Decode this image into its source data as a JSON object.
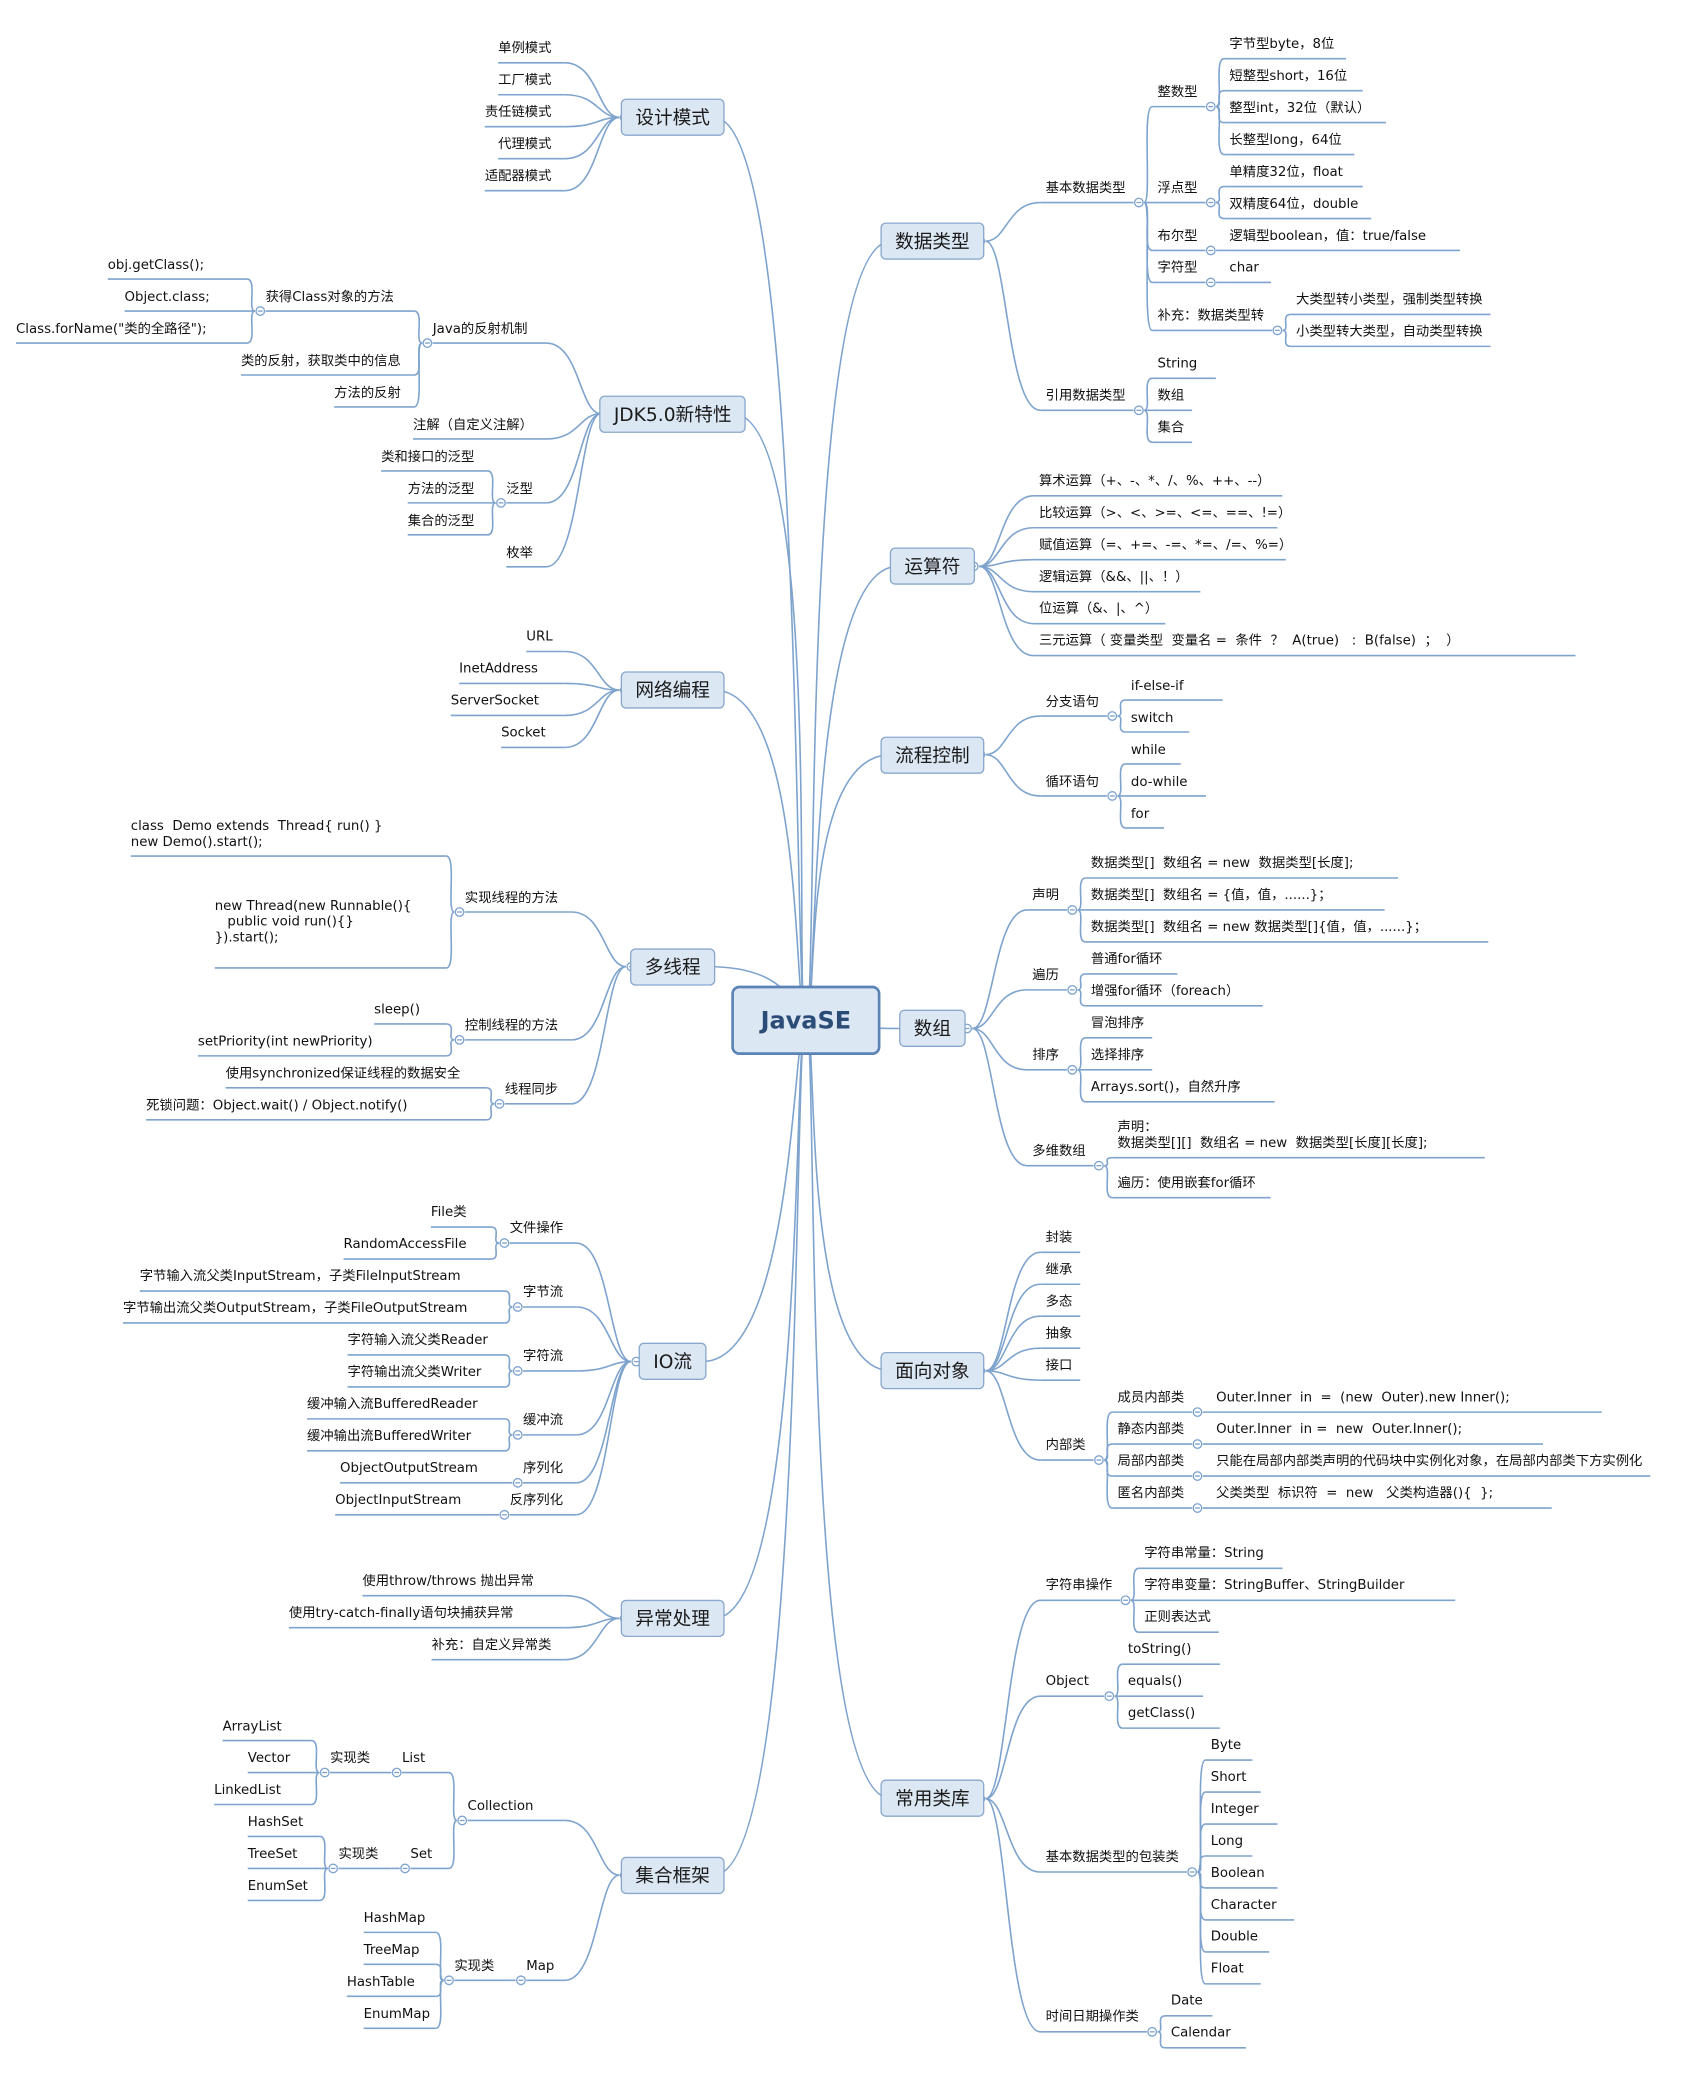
{
  "title": "JavaSE",
  "colors": {
    "line": "#7ea3cd",
    "node_fill": "#dce7f4",
    "node_border": "#8aa8cc",
    "root_border": "#5b83b5"
  },
  "right": [
    {
      "label": "数据类型",
      "children": [
        {
          "label": "基本数据类型",
          "children": [
            {
              "label": "整数型",
              "children": [
                {
                  "label": "字节型byte，8位"
                },
                {
                  "label": "短整型short，16位"
                },
                {
                  "label": "整型int，32位（默认）"
                },
                {
                  "label": "长整型long，64位"
                }
              ]
            },
            {
              "label": "浮点型",
              "children": [
                {
                  "label": "单精度32位，float"
                },
                {
                  "label": "双精度64位，double"
                }
              ]
            },
            {
              "label": "布尔型",
              "children": [
                {
                  "label": "逻辑型boolean，值：true/false"
                }
              ]
            },
            {
              "label": "字符型",
              "children": [
                {
                  "label": "char"
                }
              ]
            },
            {
              "label": "补充：数据类型转",
              "children": [
                {
                  "label": "大类型转小类型，强制类型转换"
                },
                {
                  "label": "小类型转大类型，自动类型转换"
                }
              ]
            }
          ]
        },
        {
          "label": "引用数据类型",
          "children": [
            {
              "label": "String"
            },
            {
              "label": "数组"
            },
            {
              "label": "集合"
            }
          ]
        }
      ]
    },
    {
      "label": "运算符",
      "children": [
        {
          "label": "算术运算（+、-、*、/、%、++、--）"
        },
        {
          "label": "比较运算（>、<、>=、<=、==、!=）"
        },
        {
          "label": "赋值运算（=、+=、-=、*=、/=、%=）"
        },
        {
          "label": "逻辑运算（&&、||、！）"
        },
        {
          "label": "位运算（&、|、^）"
        },
        {
          "label": "三元运算（ 变量类型  变量名 =  条件  ？  A(true)   :  B(false)  ；  ）"
        }
      ]
    },
    {
      "label": "流程控制",
      "children": [
        {
          "label": "分支语句",
          "children": [
            {
              "label": "if-else-if"
            },
            {
              "label": "switch"
            }
          ]
        },
        {
          "label": "循环语句",
          "children": [
            {
              "label": "while"
            },
            {
              "label": "do-while"
            },
            {
              "label": "for"
            }
          ]
        }
      ]
    },
    {
      "label": "数组",
      "children": [
        {
          "label": "声明",
          "children": [
            {
              "label": "数据类型[]  数组名 = new  数据类型[长度];"
            },
            {
              "label": "数据类型[]  数组名 = {值，值，......}；"
            },
            {
              "label": "数据类型[]  数组名 = new 数据类型[]{值，值，......}；"
            }
          ]
        },
        {
          "label": "遍历",
          "children": [
            {
              "label": "普通for循环"
            },
            {
              "label": "增强for循环（foreach）"
            }
          ]
        },
        {
          "label": "排序",
          "children": [
            {
              "label": "冒泡排序"
            },
            {
              "label": "选择排序"
            },
            {
              "label": "Arrays.sort()，自然升序"
            }
          ]
        },
        {
          "label": "多维数组",
          "children": [
            {
              "label": "声明：\n数据类型[][]  数组名 = new  数据类型[长度][长度];"
            },
            {
              "label": "遍历：使用嵌套for循环"
            }
          ]
        }
      ]
    },
    {
      "label": "面向对象",
      "children": [
        {
          "label": "封装"
        },
        {
          "label": "继承"
        },
        {
          "label": "多态"
        },
        {
          "label": "抽象"
        },
        {
          "label": "接口"
        },
        {
          "label": "内部类",
          "children": [
            {
              "label": "成员内部类",
              "children": [
                {
                  "label": "Outer.Inner  in  =  (new  Outer).new Inner();"
                }
              ]
            },
            {
              "label": "静态内部类",
              "children": [
                {
                  "label": "Outer.Inner  in =  new  Outer.Inner();"
                }
              ]
            },
            {
              "label": "局部内部类",
              "children": [
                {
                  "label": "只能在局部内部类声明的代码块中实例化对象，在局部内部类下方实例化"
                }
              ]
            },
            {
              "label": "匿名内部类",
              "children": [
                {
                  "label": "父类类型  标识符  =  new   父类构造器(){  };"
                }
              ]
            }
          ]
        }
      ]
    },
    {
      "label": "常用类库",
      "children": [
        {
          "label": "字符串操作",
          "children": [
            {
              "label": "字符串常量：String"
            },
            {
              "label": "字符串变量：StringBuffer、StringBuilder"
            },
            {
              "label": "正则表达式"
            }
          ]
        },
        {
          "label": "Object",
          "children": [
            {
              "label": "toString()"
            },
            {
              "label": "equals()"
            },
            {
              "label": "getClass()"
            }
          ]
        },
        {
          "label": "基本数据类型的包装类",
          "children": [
            {
              "label": "Byte"
            },
            {
              "label": "Short"
            },
            {
              "label": "Integer"
            },
            {
              "label": "Long"
            },
            {
              "label": "Boolean"
            },
            {
              "label": "Character"
            },
            {
              "label": "Double"
            },
            {
              "label": "Float"
            }
          ]
        },
        {
          "label": "时间日期操作类",
          "children": [
            {
              "label": "Date"
            },
            {
              "label": "Calendar"
            }
          ]
        }
      ]
    }
  ],
  "left": [
    {
      "label": "设计模式",
      "children": [
        {
          "label": "单例模式"
        },
        {
          "label": "工厂模式"
        },
        {
          "label": "责任链模式"
        },
        {
          "label": "代理模式"
        },
        {
          "label": "适配器模式"
        }
      ]
    },
    {
      "label": "JDK5.0新特性",
      "children": [
        {
          "label": "Java的反射机制",
          "children": [
            {
              "label": "获得Class对象的方法",
              "children": [
                {
                  "label": "obj.getClass();"
                },
                {
                  "label": "Object.class;"
                },
                {
                  "label": "Class.forName(\"类的全路径\");"
                }
              ]
            },
            {
              "label": "类的反射，获取类中的信息"
            },
            {
              "label": "方法的反射"
            }
          ]
        },
        {
          "label": "注解（自定义注解）"
        },
        {
          "label": "泛型",
          "children": [
            {
              "label": "类和接口的泛型"
            },
            {
              "label": "方法的泛型"
            },
            {
              "label": "集合的泛型"
            }
          ]
        },
        {
          "label": "枚举"
        }
      ]
    },
    {
      "label": "网络编程",
      "children": [
        {
          "label": "URL"
        },
        {
          "label": "InetAddress"
        },
        {
          "label": "ServerSocket"
        },
        {
          "label": "Socket"
        }
      ]
    },
    {
      "label": "多线程",
      "children": [
        {
          "label": "实现线程的方法",
          "children": [
            {
              "label": "class  Demo extends  Thread{ run() }\nnew Demo().start();"
            },
            {
              "label": "new Thread(new Runnable(){\n   public void run(){}\n}).start();\n "
            }
          ]
        },
        {
          "label": "控制线程的方法",
          "children": [
            {
              "label": "sleep()"
            },
            {
              "label": "setPriority(int newPriority)"
            }
          ]
        },
        {
          "label": "线程同步",
          "children": [
            {
              "label": "使用synchronized保证线程的数据安全"
            },
            {
              "label": "死锁问题：Object.wait() / Object.notify()"
            }
          ]
        }
      ]
    },
    {
      "label": "IO流",
      "children": [
        {
          "label": "文件操作",
          "children": [
            {
              "label": "File类"
            },
            {
              "label": "RandomAccessFile"
            }
          ]
        },
        {
          "label": "字节流",
          "children": [
            {
              "label": "字节输入流父类InputStream，子类FileInputStream"
            },
            {
              "label": "字节输出流父类OutputStream，子类FileOutputStream"
            }
          ]
        },
        {
          "label": "字符流",
          "children": [
            {
              "label": "字符输入流父类Reader"
            },
            {
              "label": "字符输出流父类Writer"
            }
          ]
        },
        {
          "label": "缓冲流",
          "children": [
            {
              "label": "缓冲输入流BufferedReader"
            },
            {
              "label": "缓冲输出流BufferedWriter"
            }
          ]
        },
        {
          "label": "序列化",
          "children": [
            {
              "label": "ObjectOutputStream"
            }
          ]
        },
        {
          "label": "反序列化",
          "children": [
            {
              "label": "ObjectInputStream"
            }
          ]
        }
      ]
    },
    {
      "label": "异常处理",
      "children": [
        {
          "label": "使用throw/throws 抛出异常"
        },
        {
          "label": "使用try-catch-finally语句块捕获异常"
        },
        {
          "label": "补充：自定义异常类"
        }
      ]
    },
    {
      "label": "集合框架",
      "children": [
        {
          "label": "Collection",
          "children": [
            {
              "label": "List",
              "children": [
                {
                  "label": "实现类",
                  "children": [
                    {
                      "label": "ArrayList"
                    },
                    {
                      "label": "Vector"
                    },
                    {
                      "label": "LinkedList"
                    }
                  ]
                }
              ]
            },
            {
              "label": "Set",
              "children": [
                {
                  "label": "实现类",
                  "children": [
                    {
                      "label": "HashSet"
                    },
                    {
                      "label": "TreeSet"
                    },
                    {
                      "label": "EnumSet"
                    }
                  ]
                }
              ]
            }
          ]
        },
        {
          "label": "Map",
          "children": [
            {
              "label": "实现类",
              "children": [
                {
                  "label": "HashMap"
                },
                {
                  "label": "TreeMap"
                },
                {
                  "label": "HashTable"
                },
                {
                  "label": "EnumMap"
                }
              ]
            }
          ]
        }
      ]
    }
  ]
}
